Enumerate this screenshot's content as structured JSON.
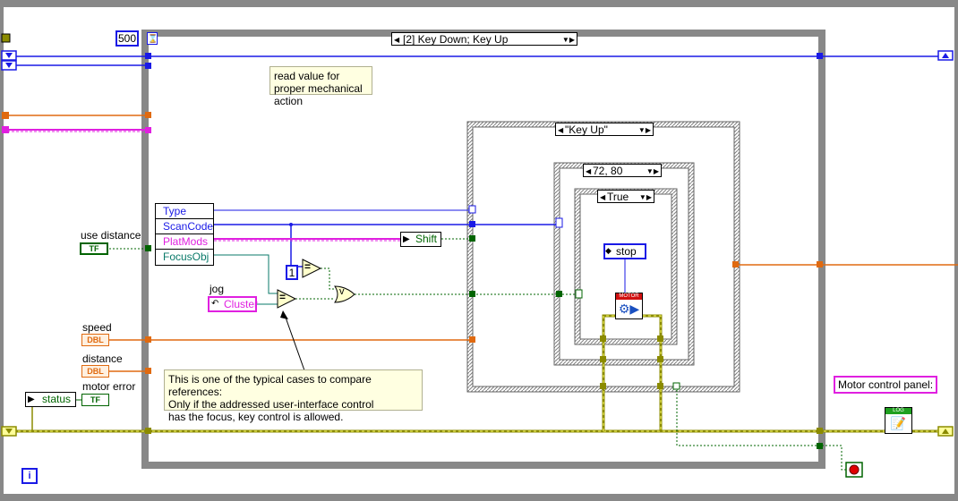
{
  "event_structure": {
    "timeout_constant": "500",
    "case_selector": "[2] Key Down;  Key Up",
    "note": "read value for proper mechanical action"
  },
  "inner_case": {
    "selector": "\"Key Up\""
  },
  "scancode_case": {
    "selector": "72, 80"
  },
  "boolean_case": {
    "selector": "True"
  },
  "unbundle": {
    "items": [
      "Type",
      "ScanCode",
      "PlatMods",
      "FocusObj"
    ]
  },
  "shift_label": "Shift",
  "const_one": "1",
  "equal_symbol": "=",
  "or_symbol": "v",
  "jog": {
    "label": "jog",
    "value": "Cluster"
  },
  "stop_ref": "stop",
  "motor_subvi": "MOTOR",
  "log_subvi": "LOG",
  "motor_panel_label": "Motor control panel:",
  "controls": {
    "use_distance": {
      "label": "use distance",
      "type": "TF"
    },
    "speed": {
      "label": "speed",
      "type": "DBL"
    },
    "distance": {
      "label": "distance",
      "type": "DBL"
    },
    "motor_error": {
      "label": "motor error",
      "type": "TF"
    },
    "status": {
      "label": "status"
    }
  },
  "comment": {
    "line1": "This is one of the typical cases to compare references:",
    "line2": "Only if the addressed user-interface control",
    "line3": "has the focus, key control is allowed."
  },
  "info_icon": "i",
  "colors": {
    "error_wire": "#8b8b00",
    "ref_wire": "#0a7a6a",
    "bool_wire": "#006400",
    "num_wire": "#e06a10",
    "int_wire": "#1a1ae6",
    "pink_wire": "#e020e0"
  }
}
